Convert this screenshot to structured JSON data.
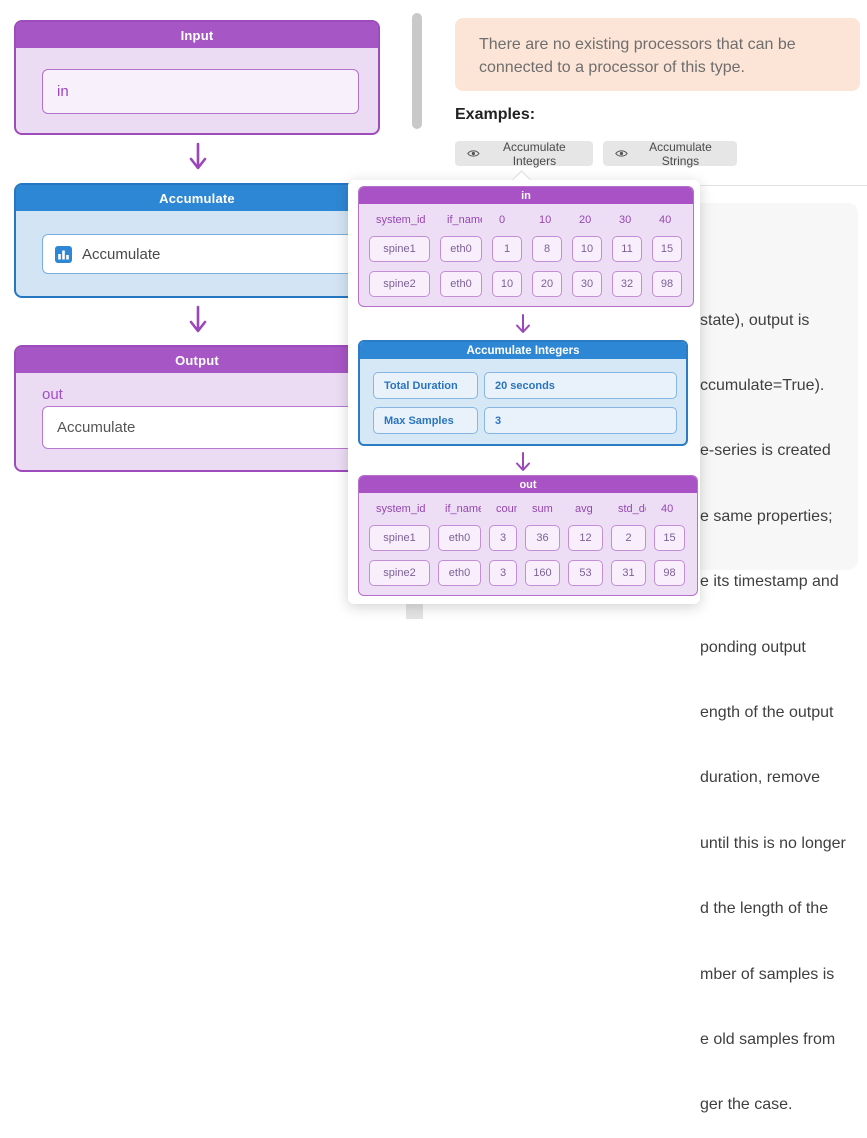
{
  "flow": {
    "input": {
      "title": "Input",
      "port": "in"
    },
    "processor": {
      "title": "Accumulate",
      "name": "Accumulate"
    },
    "output": {
      "title": "Output",
      "port": "out",
      "name": "Accumulate"
    }
  },
  "panel": {
    "notice_line1": "There are no existing processors that can be",
    "notice_line2": "connected to a processor of this type.",
    "examples_label": "Examples:",
    "buttons": [
      {
        "label": "Accumulate Integers"
      },
      {
        "label": "Accumulate Strings"
      }
    ],
    "doc_fragments": {
      "l0": "state), output is",
      "l1": "ccumulate=True).",
      "l2": "e-series is created",
      "l3": "e same properties;",
      "l4": "e its timestamp and",
      "l5": "ponding output",
      "l6": "ength of the output",
      "l7": "duration, remove",
      "l8": "until this is no longer",
      "l9": "d the length of the",
      "l10": "mber of samples is",
      "l11": "e old samples from",
      "l12": "ger the case."
    }
  },
  "popup": {
    "in_table": {
      "title": "in",
      "columns": [
        "system_id",
        "if_name",
        "0",
        "10",
        "20",
        "30",
        "40"
      ],
      "rows": [
        [
          "spine1",
          "eth0",
          "1",
          "8",
          "10",
          "11",
          "15"
        ],
        [
          "spine2",
          "eth0",
          "10",
          "20",
          "30",
          "32",
          "98"
        ]
      ]
    },
    "processor": {
      "title": "Accumulate Integers",
      "params": [
        {
          "name": "Total Duration",
          "value": "20 seconds"
        },
        {
          "name": "Max Samples",
          "value": "3"
        }
      ]
    },
    "out_table": {
      "title": "out",
      "columns": [
        "system_id",
        "if_name",
        "count",
        "sum",
        "avg",
        "std_dev",
        "40"
      ],
      "rows": [
        [
          "spine1",
          "eth0",
          "3",
          "36",
          "12",
          "2",
          "15"
        ],
        [
          "spine2",
          "eth0",
          "3",
          "160",
          "53",
          "31",
          "98"
        ]
      ]
    }
  },
  "colors": {
    "purple_accent": "#a757c5",
    "blue_accent": "#2e87d4",
    "notice_bg": "#fce5d7",
    "button_bg": "#e6e6e6"
  }
}
